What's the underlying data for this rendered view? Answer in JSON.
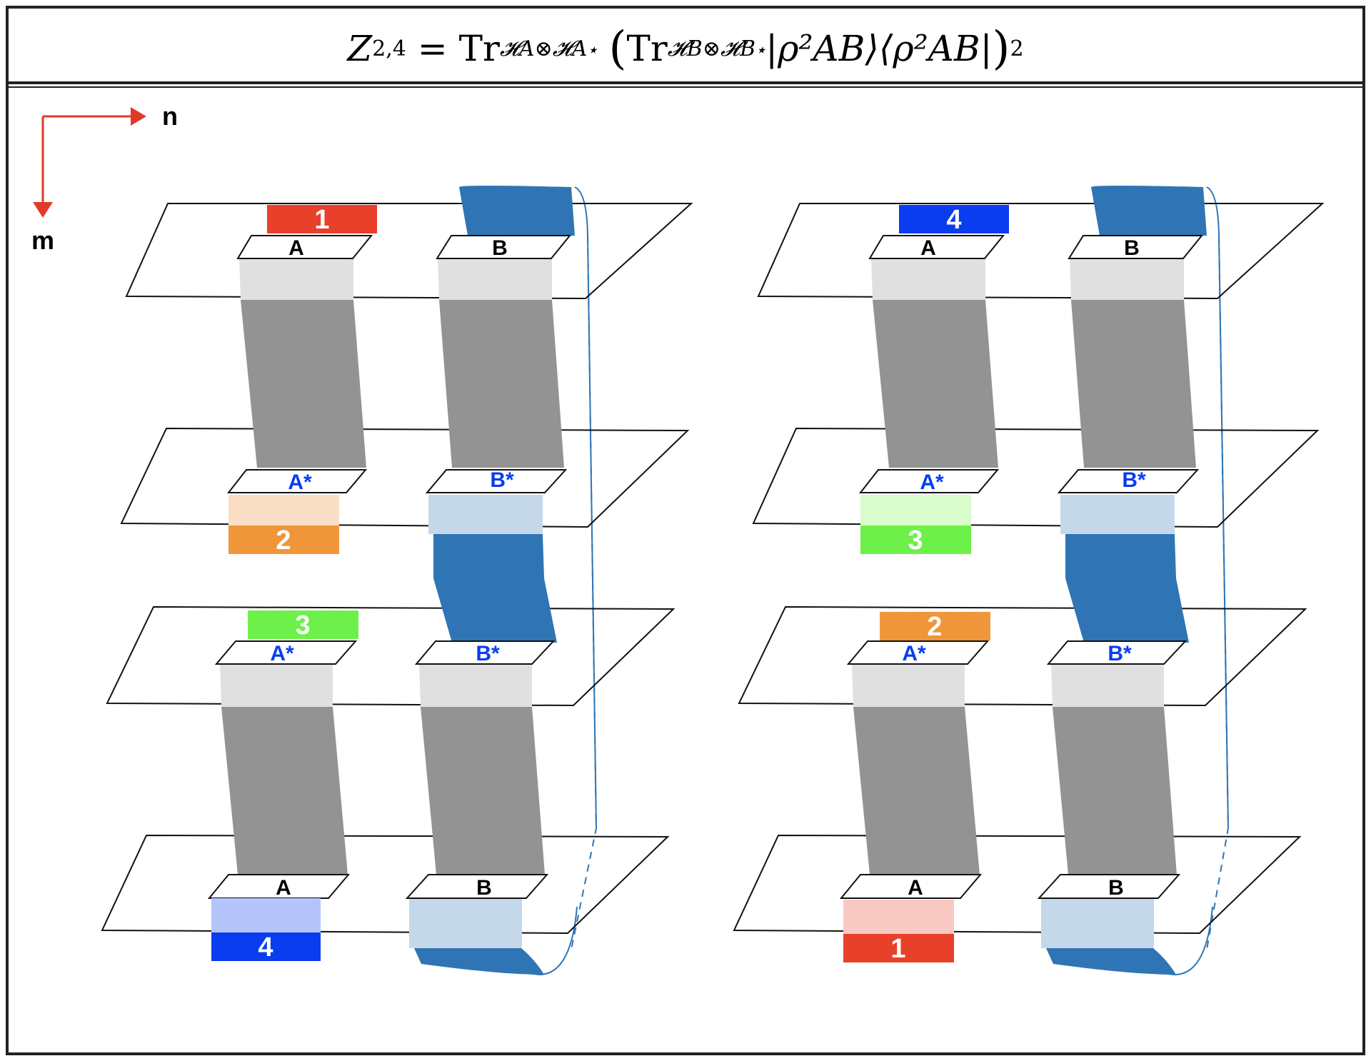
{
  "formula": {
    "lhs": "Z",
    "lhs_sub": "2,4",
    "equals": "=",
    "tr": "Tr",
    "outer_sub": "𝓗A⊗𝓗A⋆",
    "inner_sub": "𝓗B⊗𝓗B⋆",
    "ket": "|ρ²AB⟩⟨ρ²AB|",
    "power": "2"
  },
  "axes": {
    "horizontal": "n",
    "vertical": "m",
    "color": "#e03a2a"
  },
  "colors": {
    "replica_1": "#e8402a",
    "replica_2": "#f0963a",
    "replica_3": "#6ef04a",
    "replica_4": "#0a3df0",
    "band_blue": "#2f75b5",
    "grey_dark": "#939393",
    "grey_light": "#e0e0e0",
    "star_label": "#0a3df0"
  },
  "left": {
    "layers": [
      {
        "a": "A",
        "b": "B"
      },
      {
        "a": "A*",
        "b": "B*"
      },
      {
        "a": "A*",
        "b": "B*"
      },
      {
        "a": "A",
        "b": "B"
      }
    ],
    "tags": [
      "1",
      "2",
      "3",
      "4"
    ]
  },
  "right": {
    "layers": [
      {
        "a": "A",
        "b": "B"
      },
      {
        "a": "A*",
        "b": "B*"
      },
      {
        "a": "A*",
        "b": "B*"
      },
      {
        "a": "A",
        "b": "B"
      }
    ],
    "tags": [
      "4",
      "3",
      "2",
      "1"
    ]
  }
}
